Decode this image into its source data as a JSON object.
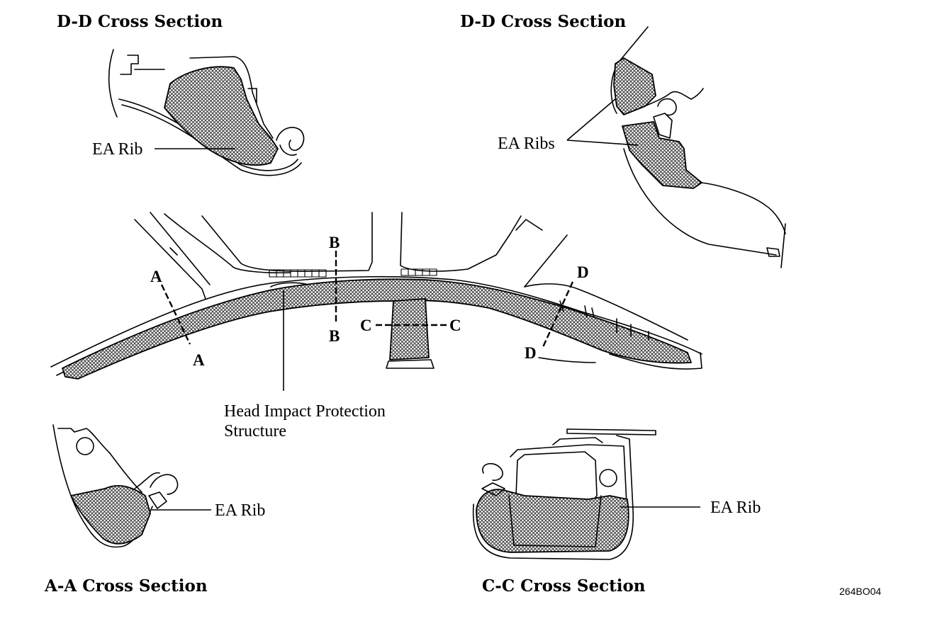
{
  "titles": {
    "dd_left": "D-D Cross Section",
    "dd_right": "D-D Cross Section",
    "aa": "A-A Cross Section",
    "cc": "C-C Cross Section"
  },
  "labels": {
    "ea_rib_dd": "EA Rib",
    "ea_ribs_dd": "EA Ribs",
    "ea_rib_aa": "EA Rib",
    "ea_rib_cc": "EA Rib",
    "hip_line1": "Head Impact Protection",
    "hip_line2": "Structure"
  },
  "markers": {
    "a_top": "A",
    "a_bottom": "A",
    "b_top": "B",
    "b_bottom": "B",
    "c_left": "C",
    "c_right": "C",
    "d_top": "D",
    "d_bottom": "D"
  },
  "figure_code": "264BO04"
}
